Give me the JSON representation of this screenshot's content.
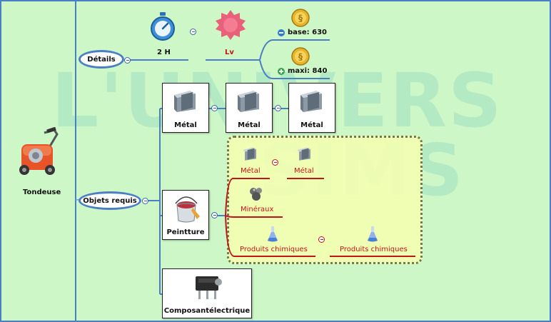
{
  "root": {
    "label": "Tondeuse",
    "icon": "lawnmower-icon"
  },
  "details": {
    "label": "Détails",
    "time": {
      "label": "2 H",
      "icon": "stopwatch-icon"
    },
    "level": {
      "label": "Lv",
      "icon": "level-gear-icon"
    },
    "price_base": {
      "label": "base: 630",
      "icon": "simoleon-coin-icon"
    },
    "price_max": {
      "label": "maxi: 840",
      "icon": "simoleon-coin-icon"
    }
  },
  "required": {
    "label": "Objets requis",
    "metal_cards": [
      {
        "label": "Métal",
        "icon": "metal-ingot-icon"
      },
      {
        "label": "Métal",
        "icon": "metal-ingot-icon"
      },
      {
        "label": "Métal",
        "icon": "metal-ingot-icon"
      }
    ],
    "paint": {
      "label": "Peintture",
      "icon": "paint-bucket-icon",
      "ingredients": {
        "metal_1": "Métal",
        "metal_2": "Métal",
        "minerals": "Minéraux",
        "chem_1": "Produits chimiques",
        "chem_2": "Produits chimiques"
      }
    },
    "component": {
      "label": "Composantélectrique",
      "icon": "electric-component-icon"
    }
  },
  "watermark": {
    "line1": "L'UNIVERS",
    "line2": "SIMS"
  },
  "colors": {
    "background": "#cdf7c7",
    "connector": "#4a7fc6",
    "ingredient_red": "#c0161a",
    "group_fill": "#f6ffb0"
  }
}
